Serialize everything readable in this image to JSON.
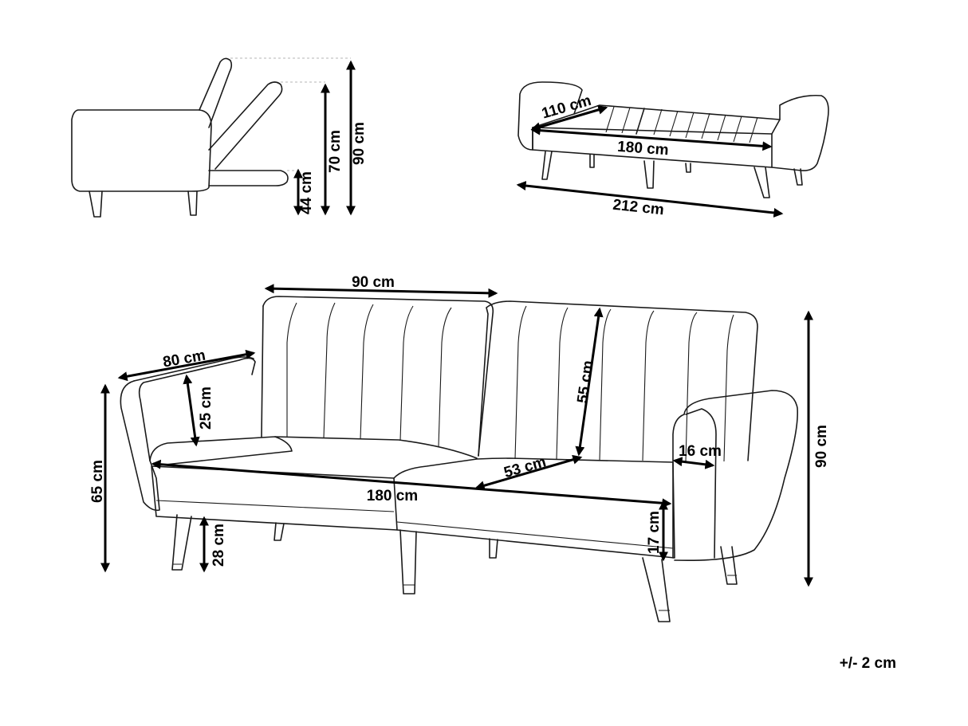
{
  "labels": {
    "side_90": "90 cm",
    "side_70": "70 cm",
    "side_44": "44 cm",
    "bed_110": "110 cm",
    "bed_180": "180 cm",
    "bed_212": "212 cm",
    "main_90w": "90 cm",
    "main_80": "80 cm",
    "main_25": "25 cm",
    "main_65": "65 cm",
    "main_180": "180 cm",
    "main_28": "28 cm",
    "main_53": "53 cm",
    "main_55": "55 cm",
    "main_16": "16 cm",
    "main_17": "17 cm",
    "main_90h": "90 cm"
  },
  "tolerance": "+/- 2 cm"
}
